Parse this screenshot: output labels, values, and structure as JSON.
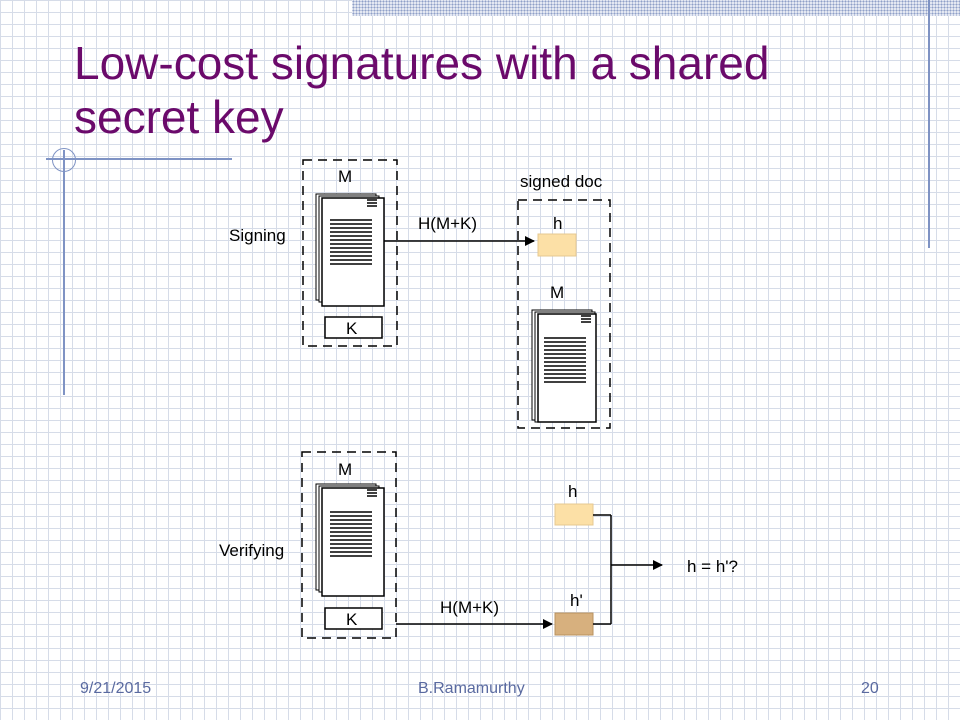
{
  "slide": {
    "title": "Low-cost signatures with a shared secret key",
    "footer": {
      "date": "9/21/2015",
      "author": "B.Ramamurthy",
      "page": "20"
    }
  },
  "diagram": {
    "signing": {
      "label": "Signing",
      "doc_label": "M",
      "key_label": "K",
      "arrow_label": "H(M+K)",
      "signed_doc_label": "signed doc",
      "hash_label": "h",
      "signed_doc_m_label": "M"
    },
    "verifying": {
      "label": "Verifying",
      "doc_label": "M",
      "key_label": "K",
      "arrow_label": "H(M+K)",
      "h_label": "h",
      "h_prime_label": "h'",
      "comparison_label": "h = h'?"
    },
    "colors": {
      "hash_box": "#fce0a6",
      "hash_prime_box": "#d7b07e",
      "title": "#6b0a6b",
      "footer": "#5a6aa0"
    }
  }
}
